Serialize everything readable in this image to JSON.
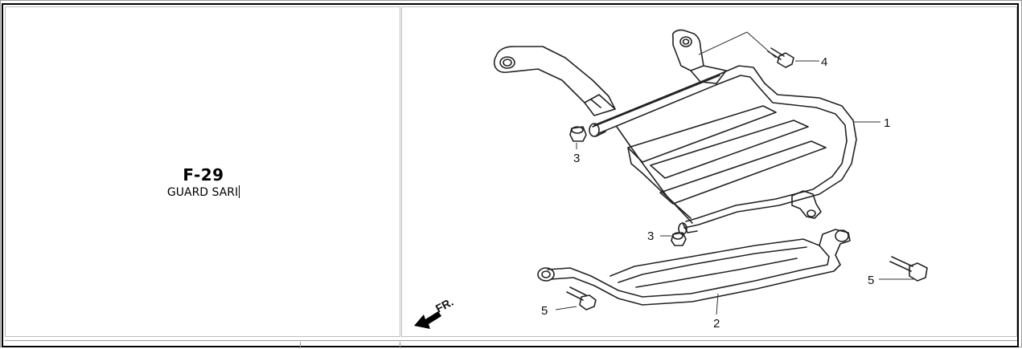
{
  "part": {
    "code": "F-29",
    "name": "GUARD SARI"
  },
  "diagram": {
    "callouts": [
      "1",
      "2",
      "3",
      "3",
      "4",
      "5",
      "5"
    ],
    "direction_label": "FR."
  }
}
